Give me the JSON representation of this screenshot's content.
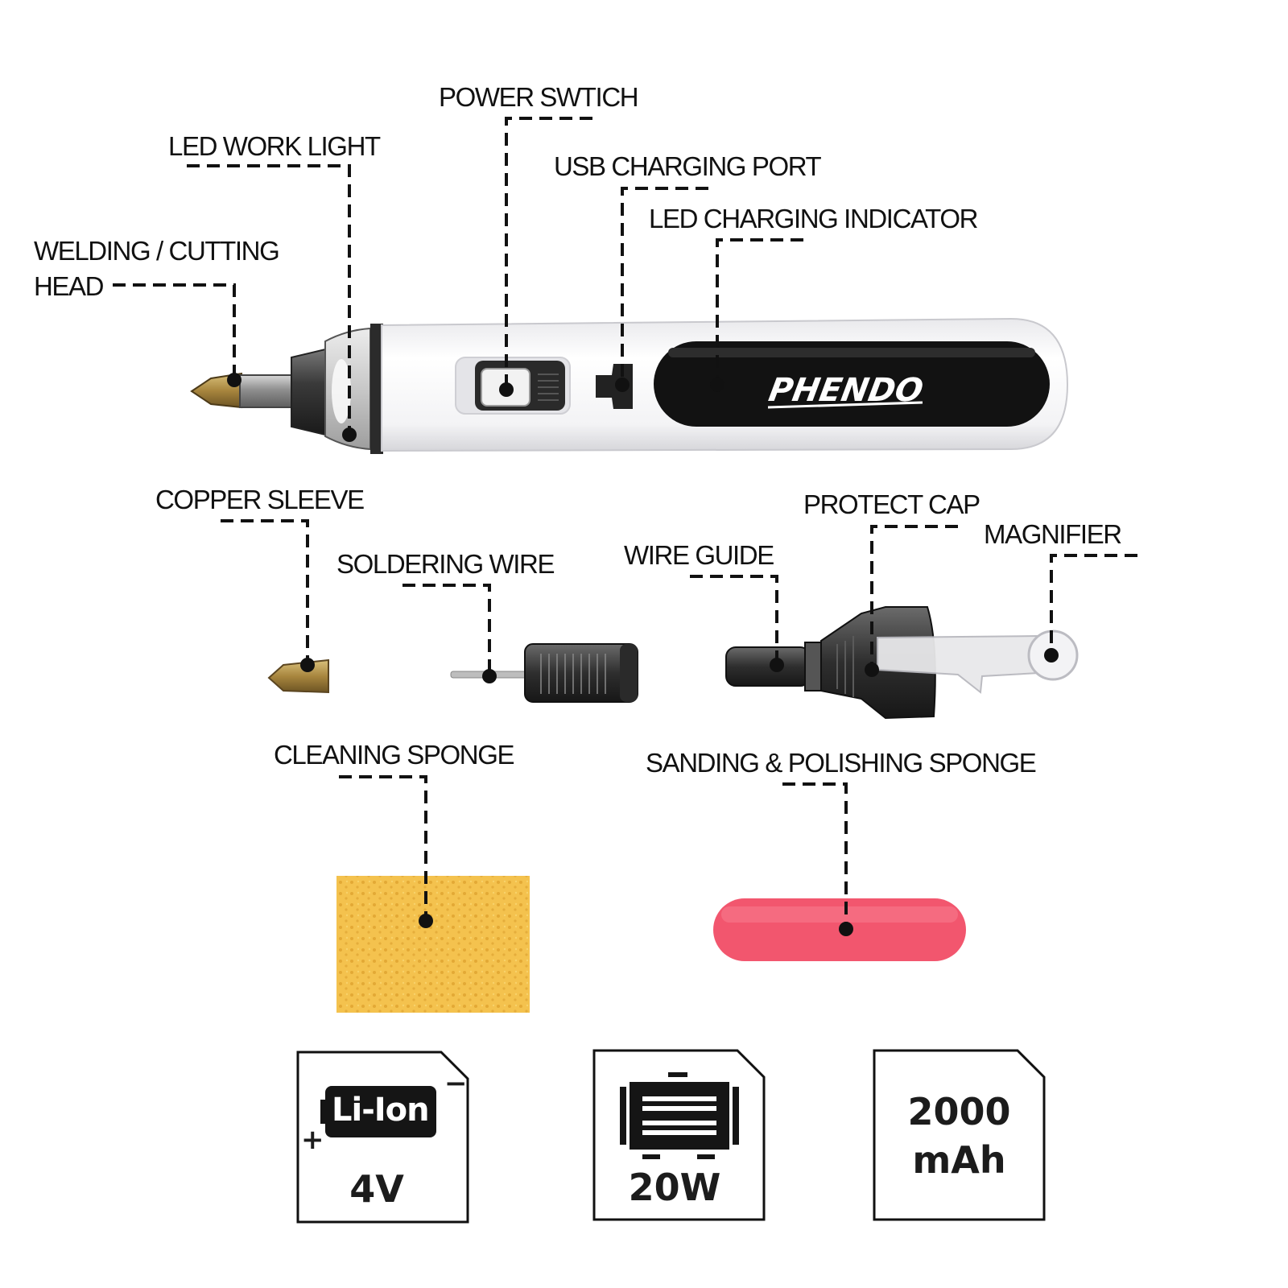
{
  "brand": "PHENDO",
  "labels": {
    "welding_head": [
      "WELDING / CUTTING",
      "HEAD"
    ],
    "led_work_light": "LED WORK LIGHT",
    "power_switch": "POWER SWTICH",
    "usb_port": "USB CHARGING PORT",
    "led_indicator": "LED CHARGING INDICATOR",
    "copper_sleeve": "COPPER SLEEVE",
    "soldering_wire": "SOLDERING WIRE",
    "wire_guide": "WIRE GUIDE",
    "protect_cap": "PROTECT CAP",
    "magnifier": "MAGNIFIER",
    "cleaning_sponge": "CLEANING SPONGE",
    "sanding_sponge": "SANDING & POLISHING SPONGE"
  },
  "specs": {
    "battery_type": "Li-Ion",
    "battery_plus": "+",
    "battery_minus": "−",
    "voltage": "4V",
    "power": "20W",
    "capacity_value": "2000",
    "capacity_unit": "mAh"
  },
  "colors": {
    "line": "#111111",
    "pen_body": "#f4f4f6",
    "pen_panel": "#111111",
    "sponge_yellow": "#f4c24e",
    "sponge_pink": "#f2566e",
    "brass": "#b89a52"
  },
  "icons": [
    "battery-icon",
    "motor-icon"
  ]
}
